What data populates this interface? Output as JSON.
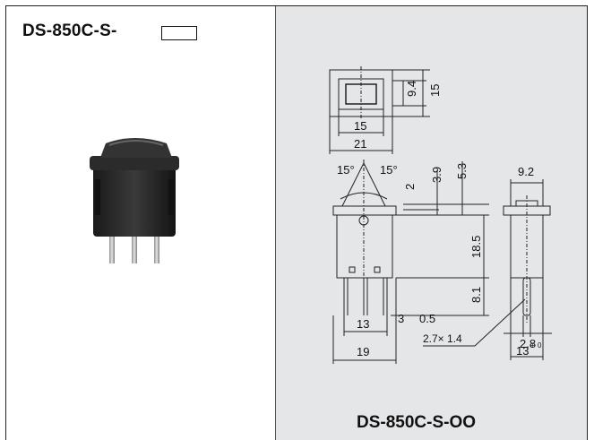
{
  "header": {
    "model_label": "DS-850C-S-"
  },
  "drawing": {
    "caption": "DS-850C-S-OO",
    "dimensions": {
      "d_9_4": "9.4",
      "d_15_h": "15",
      "d_15_w": "15",
      "d_21": "21",
      "ang_left": "15°",
      "ang_right": "15°",
      "d_2": "2",
      "d_3_9": "3.9",
      "d_5_3": "5.3",
      "d_9_2": "9.2",
      "d_18_5": "18.5",
      "d_8_1": "8.1",
      "d_3": "3",
      "d_0_5": "0.5",
      "d_13": "13",
      "d_19": "19",
      "d_2_8": "2.8",
      "d_2_7x1_4": "2.7× 1.4",
      "d_13_tol": "13",
      "tol_plus": "+",
      "tol_zero": "0"
    }
  }
}
